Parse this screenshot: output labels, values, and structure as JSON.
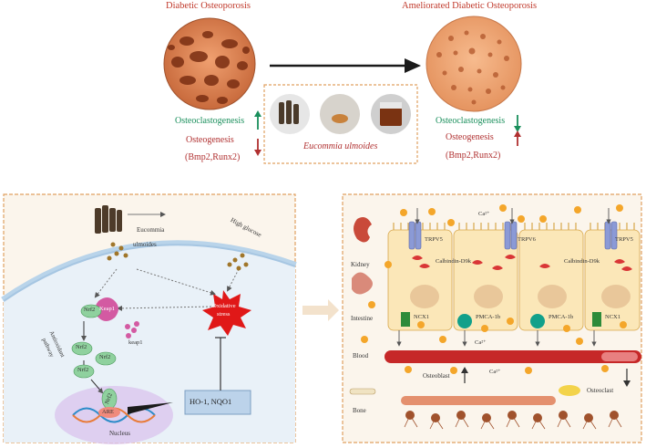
{
  "top": {
    "left_title": "Diabetic Osteoporosis",
    "right_title": "Ameliorated  Diabetic Osteoporosis",
    "left_osteoclast": "Osteoclastogenesis",
    "left_osteogenesis": "Osteogenesis",
    "left_markers": "(Bmp2,Runx2)",
    "right_osteoclast": "Osteoclastogenesis",
    "right_osteogenesis": "Osteogenesis",
    "right_markers": "(Bmp2,Runx2)",
    "herb_label": "Eucommia  ulmoides"
  },
  "left_panel": {
    "eucommia": "Eucommia",
    "ulmoides": "ulmoides",
    "high_glucose": "High glucose",
    "keap1_cell": "Keap1",
    "keap1_free": "keap1",
    "nrf2_a": "Nrf2",
    "nrf2_b": "Nrf2",
    "nrf2_c": "Nrf2",
    "nrf2_d": "Nrf2",
    "nrf2_e": "Nrf2",
    "are": "ARE",
    "pathway_line1": "Antioxidant",
    "pathway_line2": "pathway",
    "oxidative_line1": "Oxidative",
    "oxidative_line2": "stress",
    "ho1": "HO-1, NQO1",
    "nucleus": "Nucleus"
  },
  "right_panel": {
    "ca_top": "Ca²⁺",
    "ca_mid": "Ca²⁺",
    "ca_bone": "Ca²⁺",
    "trpv5_left": "TRPV5",
    "trpv6": "TRPV6",
    "trpv5_right": "TRPV5",
    "calbindin_left": "Calbindin-D9k",
    "calbindin_right": "Calbindin-D9k",
    "kidney": "Kidney",
    "intestine": "Intestine",
    "blood": "Blood",
    "bone": "Bone",
    "ncx1_left": "NCX1",
    "pmca_left": "PMCA-1b",
    "pmca_right": "PMCA-1b",
    "ncx1_right": "NCX1",
    "osteoblast": "Osteoblast",
    "osteoclast": "Osteoclast"
  },
  "colors": {
    "title_red": "#c0392b",
    "green_text": "#1a8f5c",
    "panel_border": "#e0a060",
    "nrf2": "#8fd19e",
    "stress": "#e01818",
    "blood": "#c62828",
    "calcium": "#f4a62a"
  }
}
